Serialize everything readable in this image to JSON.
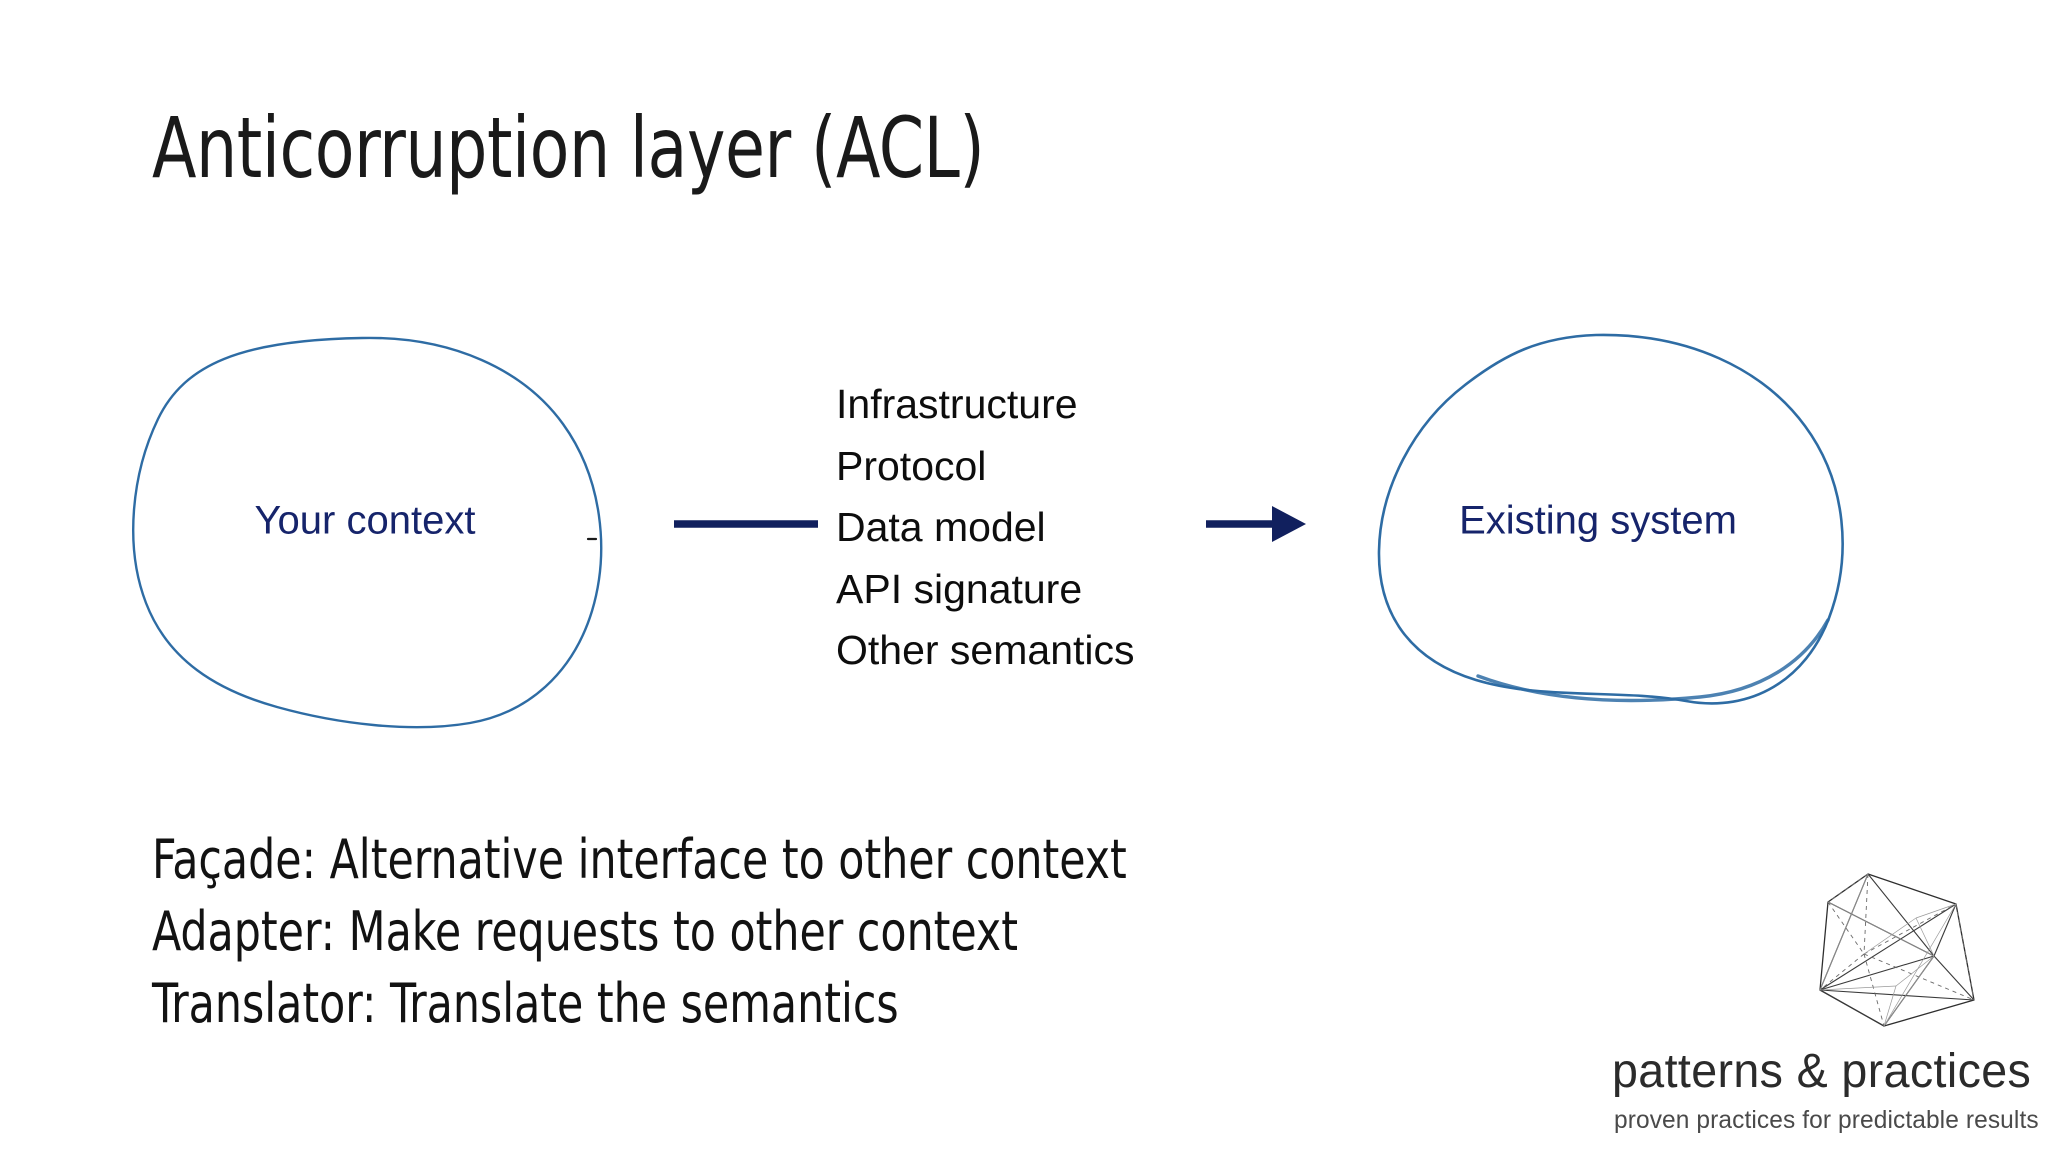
{
  "slide": {
    "title": "Anticorruption layer (ACL)",
    "background_color": "#ffffff"
  },
  "colors": {
    "blob_stroke": "#2E6CA4",
    "connector_navy": "#11205E",
    "label_navy": "#16246B",
    "body_text": "#0d0d0d",
    "logo_text": "#2b2b2b",
    "logo_tagline_text": "#4a4a4a"
  },
  "diagram": {
    "left_context": {
      "label": "Your context",
      "shape": "hand-drawn-blob"
    },
    "right_context": {
      "label": "Existing system",
      "shape": "hand-drawn-blob"
    },
    "connector_line": {
      "name": "plain-line-segment"
    },
    "connector_arrow": {
      "name": "right-arrow",
      "direction": "right"
    },
    "concerns": [
      "Infrastructure",
      "Protocol",
      "Data model",
      "API signature",
      "Other semantics"
    ]
  },
  "pattern_notes": [
    "Façade: Alternative interface to other context",
    "Adapter: Make requests to other context",
    "Translator: Translate the semantics"
  ],
  "logo": {
    "mark": "wireframe-octahedron",
    "wordmark": "patterns & practices",
    "tagline": "proven practices for predictable results"
  }
}
